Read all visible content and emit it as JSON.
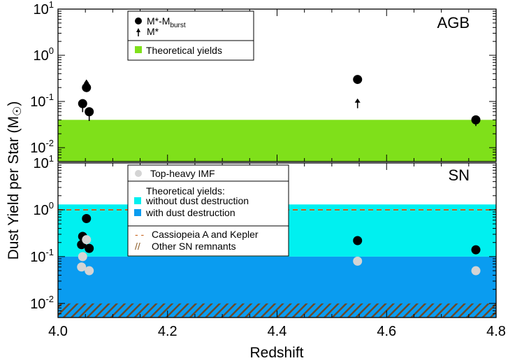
{
  "chart_data": {
    "type": "scatter",
    "xlabel": "Redshift",
    "ylabel": "Dust Yield per Star (M",
    "ylabel_symbol": "☉",
    "ylabel_close": ")",
    "xlim": [
      4.0,
      4.8
    ],
    "xticks": [
      "4.0",
      "4.2",
      "4.4",
      "4.6",
      "4.8"
    ],
    "panels": [
      {
        "id": "agb",
        "label": "AGB",
        "ylim": [
          0.005,
          10
        ],
        "yscale": "log",
        "ytick_labels": [
          {
            "base": "10",
            "exp": "1",
            "value": 10
          },
          {
            "base": "10",
            "exp": "0",
            "value": 1
          },
          {
            "base": "10",
            "exp": "-1",
            "value": 0.1
          },
          {
            "base": "10",
            "exp": "-2",
            "value": 0.01
          }
        ],
        "bands": [
          {
            "name": "Theoretical yields",
            "color": "#7fe01a",
            "y0": 0.005,
            "y1": 0.04
          }
        ],
        "series": [
          {
            "name": "M*-Mburst",
            "marker": "filled-circle",
            "color": "#000000",
            "points": [
              [
                4.045,
                0.09
              ],
              [
                4.052,
                0.2
              ],
              [
                4.057,
                0.06
              ],
              [
                4.547,
                0.3
              ],
              [
                4.763,
                0.04
              ]
            ]
          },
          {
            "name": "M*",
            "marker": "up-arrow",
            "color": "#000000",
            "points": [
              [
                4.045,
                0.07
              ],
              [
                4.052,
                0.22
              ],
              [
                4.057,
                0.045
              ],
              [
                4.547,
                0.085
              ],
              [
                4.763,
                0.035
              ]
            ]
          }
        ],
        "legend": {
          "entries": [
            {
              "marker": "filled-circle",
              "text": "M*-M",
              "sub": "burst"
            },
            {
              "marker": "up-arrow",
              "text": "M*",
              "sub": ""
            }
          ],
          "band_entry": {
            "text": "Theoretical yields",
            "color": "#7fe01a"
          }
        }
      },
      {
        "id": "sn",
        "label": "SN",
        "ylim": [
          0.005,
          10
        ],
        "yscale": "log",
        "ytick_labels": [
          {
            "base": "10",
            "exp": "1",
            "value": 10
          },
          {
            "base": "10",
            "exp": "0",
            "value": 1
          },
          {
            "base": "10",
            "exp": "-1",
            "value": 0.1
          },
          {
            "base": "10",
            "exp": "-2",
            "value": 0.01
          }
        ],
        "bands": [
          {
            "name": "without dust destruction",
            "color": "#00f0f0",
            "y0": 0.1,
            "y1": 1.3
          },
          {
            "name": "with dust destruction",
            "color": "#0a9cf0",
            "y0": 0.005,
            "y1": 0.1
          },
          {
            "name": "Other SN remnants",
            "pattern": "hatch",
            "color": "#8a5a24",
            "y0": 0.005,
            "y1": 0.01
          }
        ],
        "reference_lines": [
          {
            "name": "Cassiopeia A and Kepler",
            "y": 1.0,
            "color": "#c8641e",
            "style": "dashed"
          }
        ],
        "series": [
          {
            "name": "M*-Mburst",
            "marker": "filled-circle",
            "color": "#000000",
            "points": [
              [
                4.045,
                0.27
              ],
              [
                4.043,
                0.18
              ],
              [
                4.052,
                0.65
              ],
              [
                4.057,
                0.15
              ],
              [
                4.547,
                0.22
              ],
              [
                4.763,
                0.14
              ]
            ]
          },
          {
            "name": "Top-heavy IMF",
            "marker": "filled-circle",
            "color": "#d4d4d4",
            "points": [
              [
                4.045,
                0.1
              ],
              [
                4.043,
                0.06
              ],
              [
                4.052,
                0.23
              ],
              [
                4.057,
                0.05
              ],
              [
                4.547,
                0.08
              ],
              [
                4.763,
                0.05
              ]
            ]
          }
        ],
        "legend": {
          "top": {
            "marker": "filled-circle",
            "color": "#d4d4d4",
            "text": "Top-heavy IMF"
          },
          "bands_title": "Theoretical yields:",
          "band_entries": [
            {
              "text": "without dust destruction",
              "color": "#00f0f0"
            },
            {
              "text": "with dust destruction",
              "color": "#0a9cf0"
            }
          ],
          "ref_entries": [
            {
              "symbol": "- -",
              "text": "Cassiopeia A and Kepler",
              "color": "#c8641e"
            },
            {
              "symbol": "//",
              "text": "Other SN remnants",
              "color": "#8a5a24"
            }
          ]
        }
      }
    ]
  }
}
